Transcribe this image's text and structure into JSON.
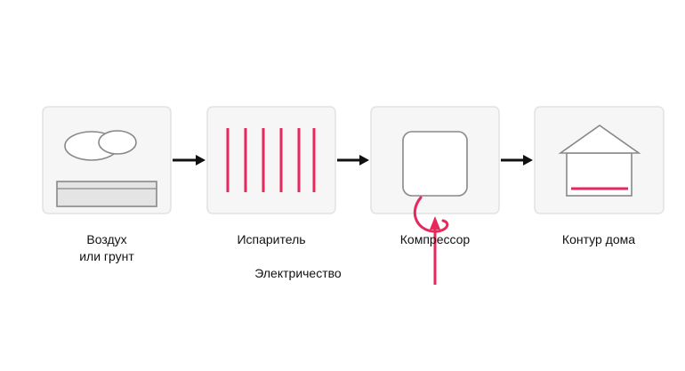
{
  "nodes": [
    {
      "label": "Воздух\nили грунт"
    },
    {
      "label": "Испаритель"
    },
    {
      "label": "Компрессор"
    },
    {
      "label": "Контур дома"
    }
  ],
  "input_label": "Электричество",
  "colors": {
    "accent": "#e8275c",
    "box_fill": "#f6f6f6",
    "outline": "#888888",
    "arrow": "#111111"
  }
}
